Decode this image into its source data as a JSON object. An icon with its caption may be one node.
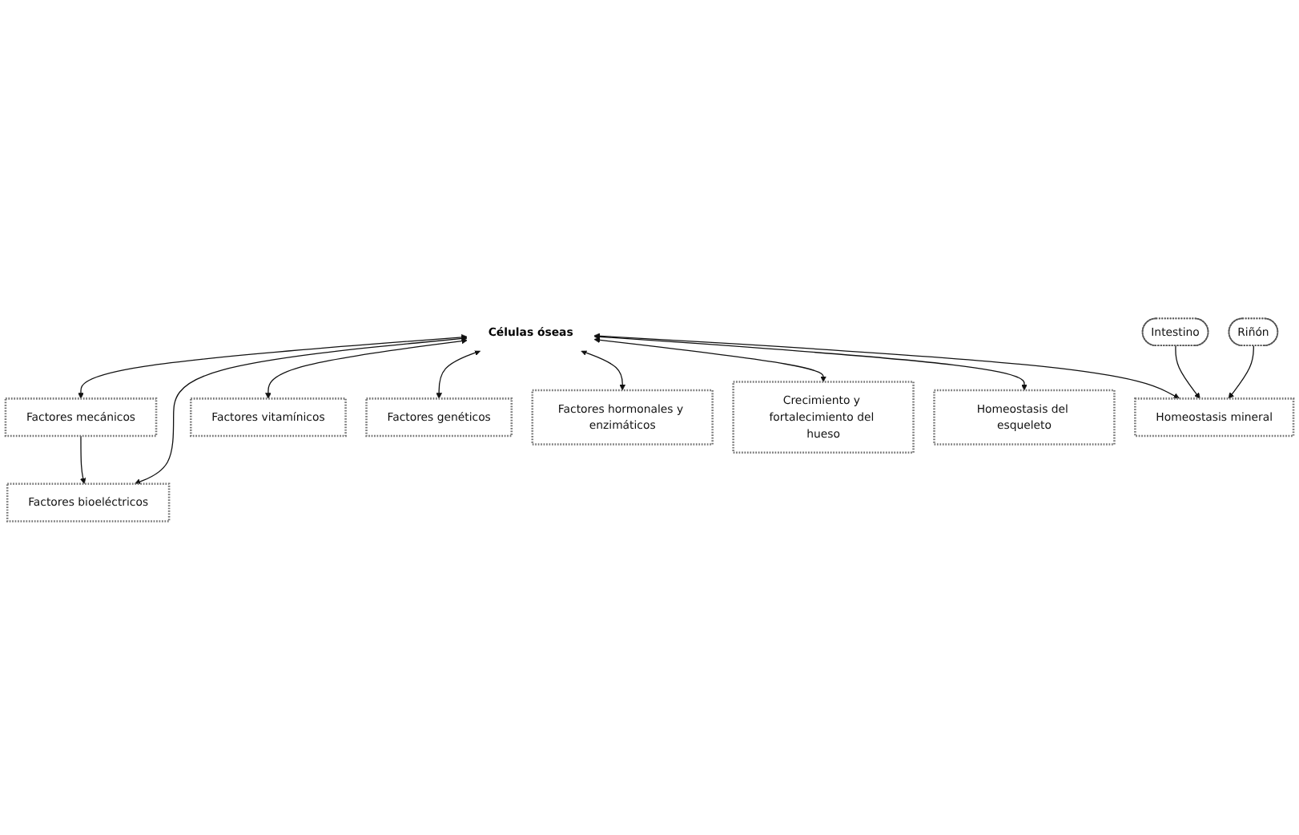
{
  "diagram": {
    "nodes": [
      {
        "text": [
          "Factores bioeléctricos"
        ]
      },
      {
        "text": [
          "Factores mecánicos"
        ]
      },
      {
        "text": [
          "Factores vitamínicos"
        ]
      },
      {
        "text": [
          "Células óseas"
        ]
      },
      {
        "text": [
          "Factores genéticos"
        ]
      },
      {
        "text": [
          "Factores hormonales y enzimáticos"
        ]
      },
      {
        "text": [
          "Crecimiento y fortalecimiento del hueso"
        ]
      },
      {
        "text": [
          "Homeostasis del esqueleto"
        ]
      },
      {
        "text": [
          "Homeostasis mineral"
        ]
      },
      {
        "text": [
          "Riñón"
        ]
      },
      {
        "text": [
          "Intestino"
        ]
      }
    ],
    "edges": [
      {
        "from": 1,
        "to": 0,
        "arrow": "to"
      },
      {
        "from": 3,
        "to": 1,
        "arrow": "both"
      },
      {
        "from": 3,
        "to": 0,
        "arrow": "both"
      },
      {
        "from": 3,
        "to": 2,
        "arrow": "both"
      },
      {
        "from": 3,
        "to": 4,
        "arrow": "both"
      },
      {
        "from": 3,
        "to": 5,
        "arrow": "both"
      },
      {
        "from": 3,
        "to": 6,
        "arrow": "both"
      },
      {
        "from": 3,
        "to": 7,
        "arrow": "both"
      },
      {
        "from": 3,
        "to": 8,
        "arrow": "both"
      },
      {
        "from": 10,
        "to": 8,
        "arrow": "to"
      },
      {
        "from": 9,
        "to": 8,
        "arrow": "to"
      }
    ]
  }
}
